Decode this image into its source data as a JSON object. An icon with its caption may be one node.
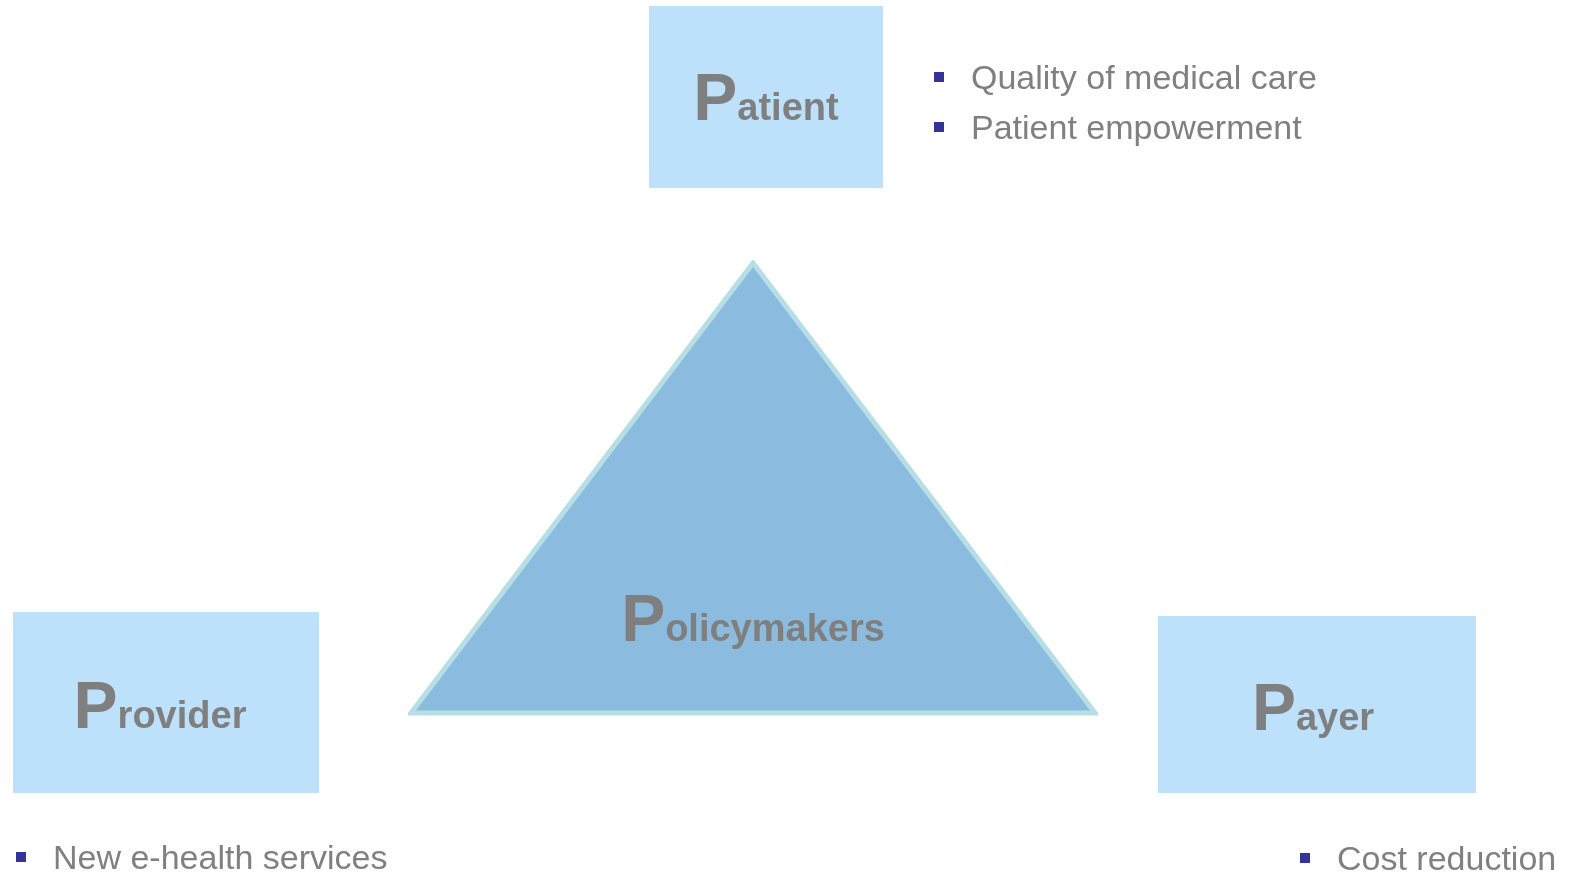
{
  "diagram": {
    "nodes": [
      {
        "text": [
          "Patient"
        ],
        "beside": [
          "Quality of medical care",
          "Patient empowerment"
        ]
      },
      {
        "text": [
          "Policymakers"
        ]
      },
      {
        "text": [
          "Provider"
        ],
        "beside": [
          "New e-health services"
        ]
      },
      {
        "text": [
          "Payer"
        ],
        "beside": [
          "Cost reduction"
        ]
      }
    ]
  }
}
